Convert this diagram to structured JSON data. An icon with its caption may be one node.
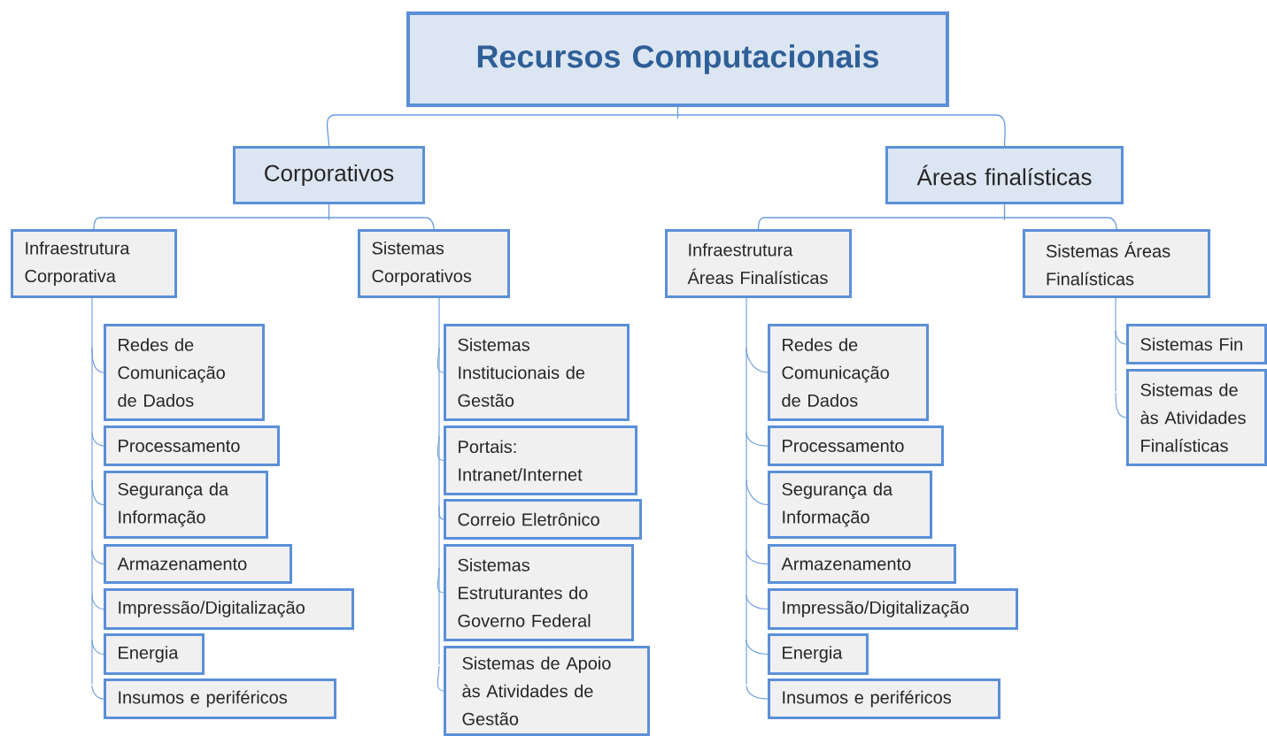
{
  "diagram": {
    "nodes": [
      {
        "text": [
          "Recursos Computacionais"
        ]
      },
      {
        "text": [
          "Corporativos"
        ]
      },
      {
        "text": [
          "Áreas finalísticas"
        ]
      },
      {
        "text": [
          "Infraestrutura Corporativa"
        ]
      },
      {
        "text": [
          "Sistemas Corporativos"
        ]
      },
      {
        "text": [
          "Infraestrutura Áreas Finalísticas"
        ]
      },
      {
        "text": [
          "Sistemas Áreas Finalísticas"
        ]
      },
      {
        "text": [
          "Redes de Comunicação de Dados"
        ]
      },
      {
        "text": [
          "Processamento"
        ]
      },
      {
        "text": [
          "Segurança da Informação"
        ]
      },
      {
        "text": [
          "Armazenamento"
        ]
      },
      {
        "text": [
          "Impressão/Digitalização"
        ]
      },
      {
        "text": [
          "Energia"
        ]
      },
      {
        "text": [
          "Insumos e periféricos"
        ]
      },
      {
        "text": [
          "Sistemas Institucionais de Gestão"
        ]
      },
      {
        "text": [
          "Portais: Intranet/Internet"
        ]
      },
      {
        "text": [
          "Correio Eletrônico"
        ]
      },
      {
        "text": [
          "Sistemas Estruturantes do Governo Federal"
        ]
      },
      {
        "text": [
          "Sistemas de Apoio às Atividades de Gestão"
        ]
      },
      {
        "text": [
          "Redes de Comunicação de Dados"
        ]
      },
      {
        "text": [
          "Processamento"
        ]
      },
      {
        "text": [
          "Segurança da Informação"
        ]
      },
      {
        "text": [
          "Armazenamento"
        ]
      },
      {
        "text": [
          "Impressão/Digitalização"
        ]
      },
      {
        "text": [
          "Energia"
        ]
      },
      {
        "text": [
          "Insumos e periféricos"
        ]
      },
      {
        "text": [
          "Sistemas Fin"
        ]
      },
      {
        "text": [
          "Sistemas de às Atividades Finalísticas"
        ]
      }
    ],
    "edges": [
      {
        "from": 0,
        "to": 1,
        "arrow": "none"
      },
      {
        "from": 0,
        "to": 2,
        "arrow": "none"
      },
      {
        "from": 1,
        "to": 3,
        "arrow": "none"
      },
      {
        "from": 1,
        "to": 4,
        "arrow": "none"
      },
      {
        "from": 2,
        "to": 5,
        "arrow": "none"
      },
      {
        "from": 2,
        "to": 6,
        "arrow": "none"
      },
      {
        "from": 3,
        "to": 7,
        "arrow": "none"
      },
      {
        "from": 3,
        "to": 8,
        "arrow": "none"
      },
      {
        "from": 3,
        "to": 9,
        "arrow": "none"
      },
      {
        "from": 3,
        "to": 10,
        "arrow": "none"
      },
      {
        "from": 3,
        "to": 11,
        "arrow": "none"
      },
      {
        "from": 3,
        "to": 12,
        "arrow": "none"
      },
      {
        "from": 3,
        "to": 13,
        "arrow": "none"
      },
      {
        "from": 4,
        "to": 14,
        "arrow": "none"
      },
      {
        "from": 4,
        "to": 15,
        "arrow": "none"
      },
      {
        "from": 4,
        "to": 16,
        "arrow": "none"
      },
      {
        "from": 4,
        "to": 17,
        "arrow": "none"
      },
      {
        "from": 4,
        "to": 18,
        "arrow": "none"
      },
      {
        "from": 5,
        "to": 19,
        "arrow": "none"
      },
      {
        "from": 5,
        "to": 20,
        "arrow": "none"
      },
      {
        "from": 5,
        "to": 21,
        "arrow": "none"
      },
      {
        "from": 5,
        "to": 22,
        "arrow": "none"
      },
      {
        "from": 5,
        "to": 23,
        "arrow": "none"
      },
      {
        "from": 5,
        "to": 24,
        "arrow": "none"
      },
      {
        "from": 5,
        "to": 25,
        "arrow": "none"
      },
      {
        "from": 6,
        "to": 26,
        "arrow": "none"
      },
      {
        "from": 6,
        "to": 27,
        "arrow": "none"
      }
    ]
  }
}
